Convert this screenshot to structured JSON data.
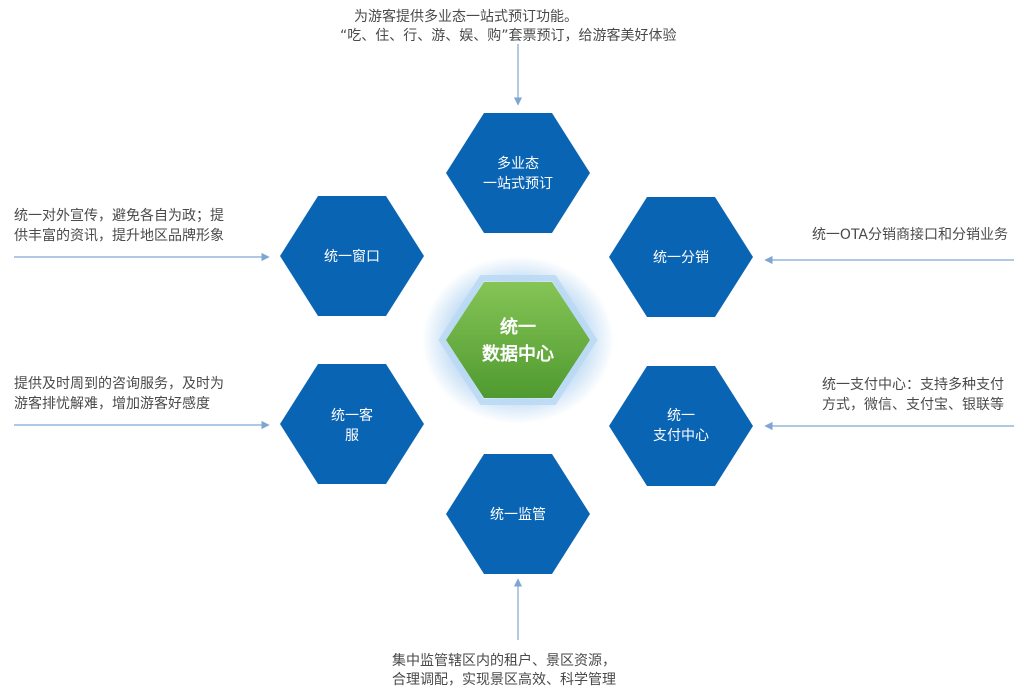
{
  "colors": {
    "hex_blue": "#0a64b4",
    "center_green": "#5aa53a",
    "center_glow": "#9ec8ee",
    "arrow": "#7fa6d2",
    "text": "#4a4a4a"
  },
  "center": {
    "line1": "统一",
    "line2": "数据中心"
  },
  "nodes": {
    "top": {
      "line1": "多业态",
      "line2": "一站式预订"
    },
    "left_upper": {
      "line1": "统一窗口"
    },
    "right_upper": {
      "line1": "统一分销"
    },
    "left_lower": {
      "line1": "统一客",
      "line2": "服"
    },
    "right_lower": {
      "line1": "统一",
      "line2": "支付中心"
    },
    "bottom": {
      "line1": "统一监管"
    }
  },
  "descriptions": {
    "top": {
      "line1": "为游客提供多业态一站式预订功能。",
      "line2": "“吃、住、行、游、娱、购”套票预订，给游客美好体验"
    },
    "left_upper": {
      "line1": "统一对外宣传，避免各自为政；提",
      "line2": "供丰富的资讯，提升地区品牌形象"
    },
    "right_upper": {
      "line1": "统一OTA分销商接口和分销业务"
    },
    "left_lower": {
      "line1": "提供及时周到的咨询服务，及时为",
      "line2": "游客排忧解难，增加游客好感度"
    },
    "right_lower": {
      "line1": "统一支付中心：支持多种支付",
      "line2": "方式，微信、支付宝、银联等"
    },
    "bottom": {
      "line1": "集中监管辖区内的租户、景区资源，",
      "line2": "合理调配，实现景区高效、科学管理"
    }
  }
}
